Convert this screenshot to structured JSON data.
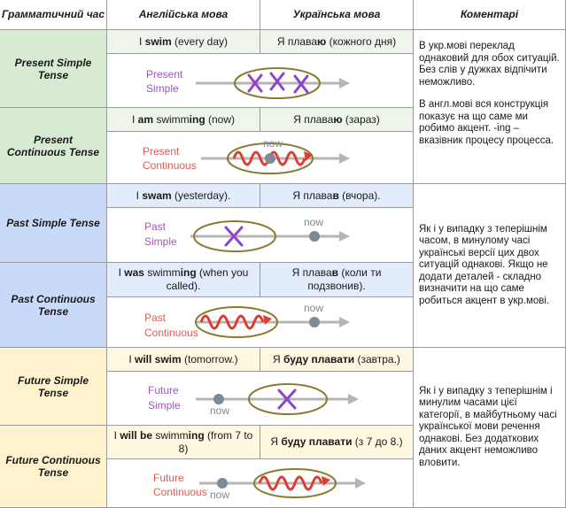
{
  "headers": {
    "tense": "Грамматичний час",
    "english": "Англійська мова",
    "ukrainian": "Українська мова",
    "comment": "Коментарі"
  },
  "rows": {
    "present_simple": {
      "tense": "Present Simple Tense",
      "en_pre": "I ",
      "en_b1": "swim",
      "en_post": " (every day)",
      "ua_pre": "Я плава",
      "ua_b1": "ю",
      "ua_post": " (кожного дня)",
      "diagram": {
        "label1": "Present",
        "label2": "Simple",
        "marker_count": 3
      }
    },
    "present_continuous": {
      "tense": "Present Continuous Tense",
      "en_pre": "I ",
      "en_b1": "am",
      "en_mid": " swimm",
      "en_b2": "ing",
      "en_post": " (now)",
      "ua_pre": "Я плава",
      "ua_b1": "ю",
      "ua_post": " (зараз)",
      "diagram": {
        "label1": "Present",
        "label2": "Continuous",
        "now": "now"
      }
    },
    "past_simple": {
      "tense": "Past Simple Tense",
      "en_pre": "I ",
      "en_b1": "swam",
      "en_post": " (yesterday).",
      "ua_pre": "Я плава",
      "ua_b1": "в",
      "ua_post": " (вчора).",
      "diagram": {
        "label1": "Past",
        "label2": "Simple",
        "now": "now"
      }
    },
    "past_continuous": {
      "tense": "Past Continuous Tense",
      "en_pre": "I ",
      "en_b1": "was",
      "en_mid": " swimm",
      "en_b2": "ing",
      "en_post": " (when you called).",
      "ua_pre": "Я плава",
      "ua_b1": "в",
      "ua_post": " (коли ти подзвонив).",
      "diagram": {
        "label1": "Past",
        "label2": "Continuous",
        "now": "now"
      }
    },
    "future_simple": {
      "tense": "Future Simple Tense",
      "en_pre": "I ",
      "en_b1": "will swim",
      "en_post": " (tomorrow.)",
      "ua_pre": "Я ",
      "ua_b1": "буду плавати",
      "ua_post": " (завтра.)",
      "diagram": {
        "label1": "Future",
        "label2": "Simple",
        "now": "now"
      }
    },
    "future_continuous": {
      "tense": "Future Continuous Tense",
      "en_pre": "I ",
      "en_b1": "will be",
      "en_mid": " swimm",
      "en_b2": "ing",
      "en_post": " (from 7 to 8)",
      "ua_pre": "Я ",
      "ua_b1": "буду плавати",
      "ua_post": " (з 7 до 8.)",
      "diagram": {
        "label1": "Future",
        "label2": "Continuous",
        "now": "now"
      }
    }
  },
  "comments": {
    "present_p1": "В укр.мові переклад однаковий для обох ситуацій. Без слів у дужках відпічити неможливо.",
    "present_p2": "В англ.мові вся конструкція показує на що саме ми робимо акцент. -ing – вказівник процесу процесса.",
    "past": "Як і у випадку з теперішнім часом, в минулому часі українські версії цих двох ситуацій однакові. Якщо не додати деталей - складно визначити на що саме робиться акцент в укр.мові.",
    "future": "Як і у випадку з теперішнім і минулим часами цієї категорії, в майбутньому часі української мови речення однакові. Без додаткових даних акцент неможливо вловити."
  },
  "colors": {
    "present": "#d9ead3",
    "past": "#c9daf8",
    "future": "#fff2cc",
    "purple": "#8e44c8",
    "red": "#e03c31",
    "ellipse": "#8a7a2e",
    "arrow": "#b0b0b0",
    "now_dot": "#7a8a96"
  }
}
